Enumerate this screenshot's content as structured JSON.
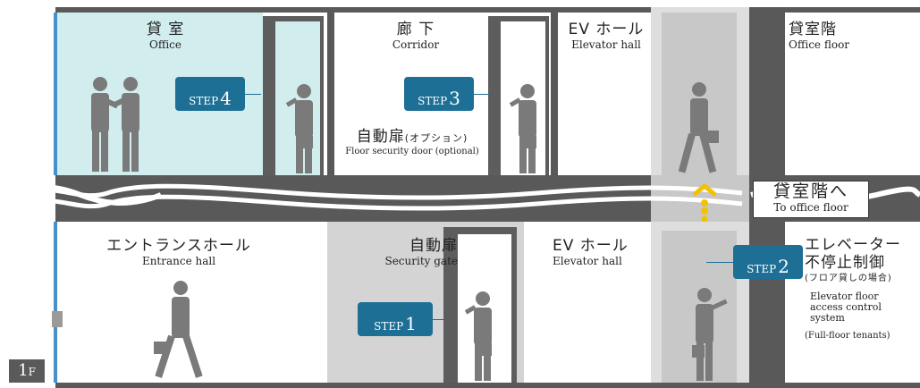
{
  "upper_floor": {
    "office": {
      "jp": "貸 室",
      "en": "Office"
    },
    "corridor": {
      "jp": "廊 下",
      "en": "Corridor"
    },
    "ev_hall": {
      "jp": "EV ホール",
      "en": "Elevator hall"
    },
    "office_floor": {
      "jp": "貸室階",
      "en": "Office floor"
    },
    "door_note": {
      "jp": "自動扉",
      "jp_small": "(オプション)",
      "en": "Floor security door (optional)"
    }
  },
  "transition": {
    "jp": "貸室階へ",
    "en": "To office floor"
  },
  "ground_floor": {
    "entrance": {
      "jp": "エントランスホール",
      "en": "Entrance hall"
    },
    "gate": {
      "jp": "自動扉",
      "en": "Security gate"
    },
    "ev_hall": {
      "jp": "EV ホール",
      "en": "Elevator hall"
    },
    "elevator_control": {
      "jp_line1": "エレベーター",
      "jp_line2": "不停止制御",
      "jp_note": "(フロア貸しの場合)",
      "en_line1": "Elevator floor",
      "en_line2": "access control",
      "en_line3": "system",
      "en_note": "(Full-floor tenants)"
    },
    "floor_badge": {
      "num": "1",
      "suffix": "F"
    }
  },
  "steps": [
    {
      "prefix": "STEP",
      "num": "1"
    },
    {
      "prefix": "STEP",
      "num": "2"
    },
    {
      "prefix": "STEP",
      "num": "3"
    },
    {
      "prefix": "STEP",
      "num": "4"
    }
  ],
  "colors": {
    "wall": "#595959",
    "office_fill": "#d2eded",
    "accent_blue": "#4a90c8",
    "step_blue": "#1d6f96",
    "gate_fill": "#d4d4d4",
    "ev_shaft": "#dedede",
    "arrow_yellow": "#f2c200"
  }
}
